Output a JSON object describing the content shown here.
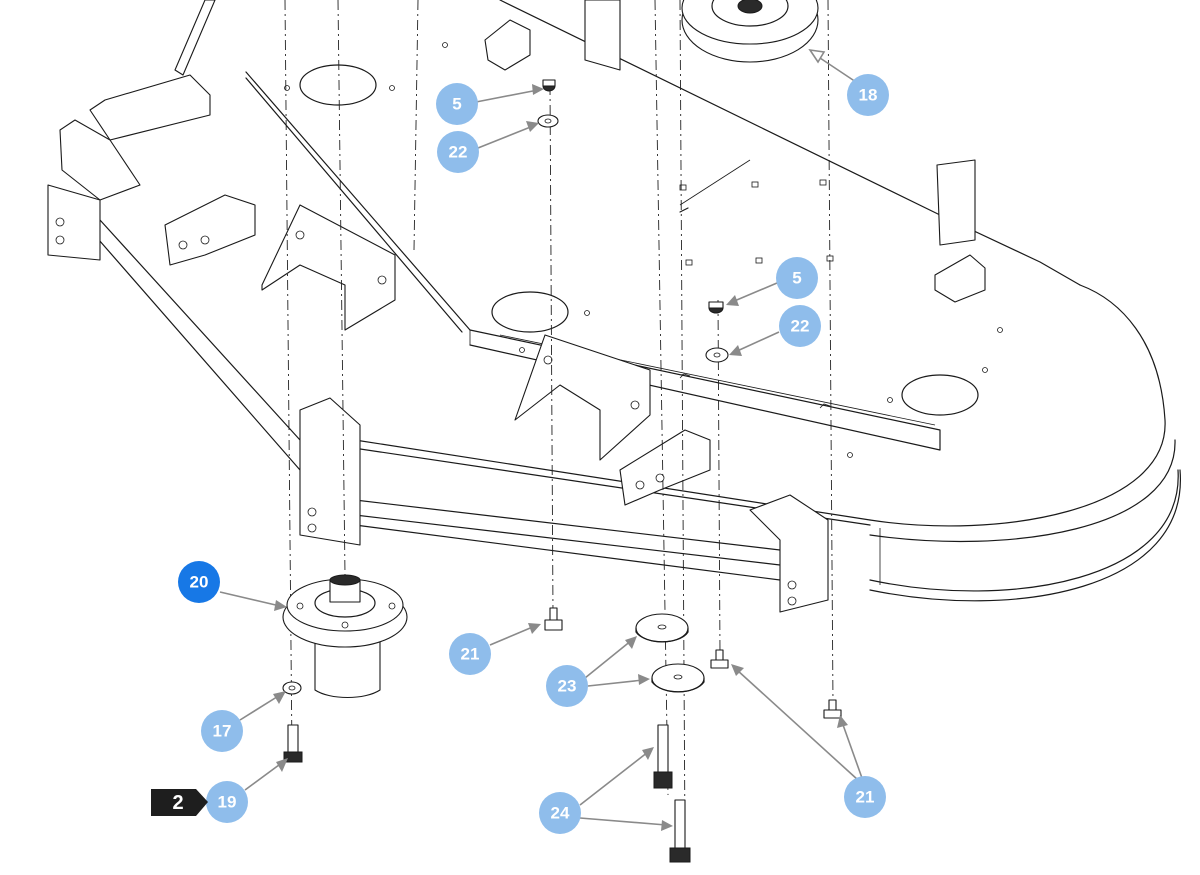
{
  "callouts": [
    {
      "id": "callout-18",
      "label": "18",
      "active": false
    },
    {
      "id": "callout-5-upper",
      "label": "5",
      "active": false
    },
    {
      "id": "callout-22-upper",
      "label": "22",
      "active": false
    },
    {
      "id": "callout-5-lower",
      "label": "5",
      "active": false
    },
    {
      "id": "callout-22-lower",
      "label": "22",
      "active": false
    },
    {
      "id": "callout-20",
      "label": "20",
      "active": true
    },
    {
      "id": "callout-21-left",
      "label": "21",
      "active": false
    },
    {
      "id": "callout-23",
      "label": "23",
      "active": false
    },
    {
      "id": "callout-17",
      "label": "17",
      "active": false
    },
    {
      "id": "callout-19",
      "label": "19",
      "active": false
    },
    {
      "id": "callout-24",
      "label": "24",
      "active": false
    },
    {
      "id": "callout-21-right",
      "label": "21",
      "active": false
    }
  ],
  "step_tag": {
    "label": "2"
  },
  "colors": {
    "bubble": "#8fbdeb",
    "bubble_active": "#1778e6",
    "leader": "#8a8a8a",
    "step_tag": "#1e1e1e",
    "line_art": "#1a1a1a"
  }
}
